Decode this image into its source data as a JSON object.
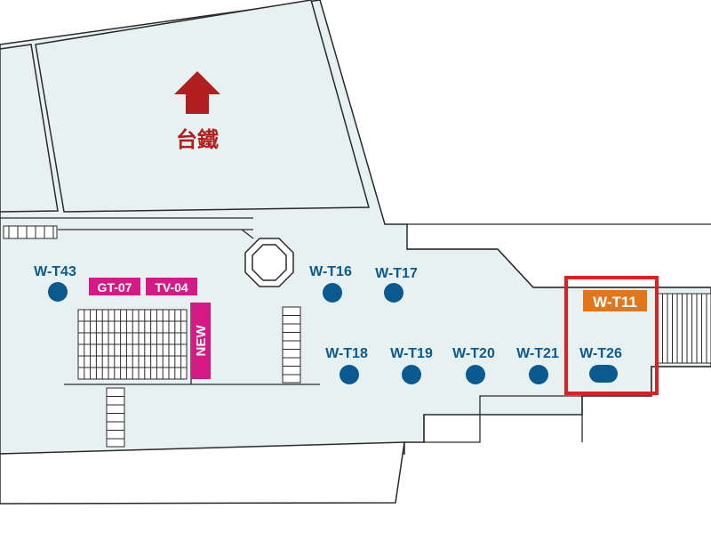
{
  "map": {
    "colors": {
      "floor": "#e7f1f2",
      "outline": "#2a2a2a",
      "station_blue": "#0a5a8f",
      "label_blue": "#0a5a8f",
      "tag_magenta": "#d51a86",
      "arrow_red": "#b01e1e",
      "highlight_red": "#e0201c",
      "tag_orange": "#e2761b"
    },
    "direction": {
      "label": "台鐵",
      "icon": "arrow-up-icon"
    },
    "tags": {
      "gt07": "GT-07",
      "tv04": "TV-04",
      "new": "NEW",
      "wt11": "W-T11"
    },
    "stations": [
      {
        "id": "W-T43",
        "label": "W-T43"
      },
      {
        "id": "W-T16",
        "label": "W-T16"
      },
      {
        "id": "W-T17",
        "label": "W-T17"
      },
      {
        "id": "W-T18",
        "label": "W-T18"
      },
      {
        "id": "W-T19",
        "label": "W-T19"
      },
      {
        "id": "W-T20",
        "label": "W-T20"
      },
      {
        "id": "W-T21",
        "label": "W-T21"
      },
      {
        "id": "W-T26",
        "label": "W-T26"
      }
    ]
  }
}
